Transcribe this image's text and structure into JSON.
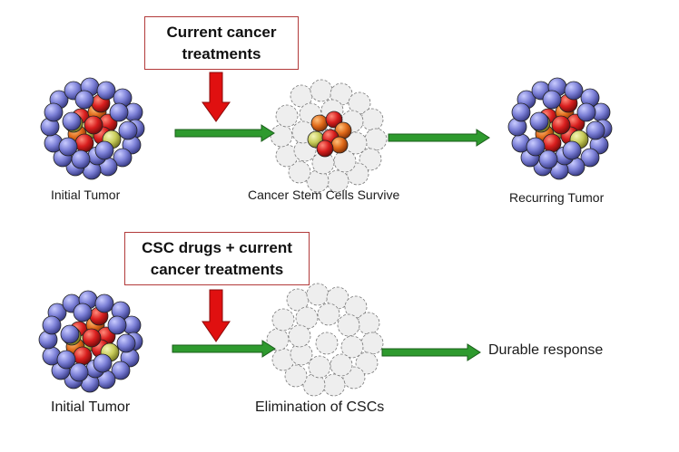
{
  "top_row": {
    "treatment_box": {
      "line1": "Current cancer",
      "line2": "treatments"
    },
    "labels": {
      "initial": "Initial Tumor",
      "survive": "Cancer Stem Cells Survive",
      "recurring": "Recurring Tumor"
    }
  },
  "bottom_row": {
    "treatment_box": {
      "line1": "CSC drugs + current",
      "line2": "cancer treatments"
    },
    "labels": {
      "initial": "Initial Tumor",
      "elimination": "Elimination of CSCs",
      "durable": "Durable response"
    }
  },
  "colors": {
    "box_border": "#b23a3a",
    "down_arrow": "#e01010",
    "right_arrow": "#2e9a2e",
    "blue_cell": "#7b7fd6",
    "red_cell": "#d81e1e",
    "orange_cell": "#e06a1a",
    "yellow_cell": "#c8cc5a",
    "ghost_cell": "#eeeeee"
  }
}
